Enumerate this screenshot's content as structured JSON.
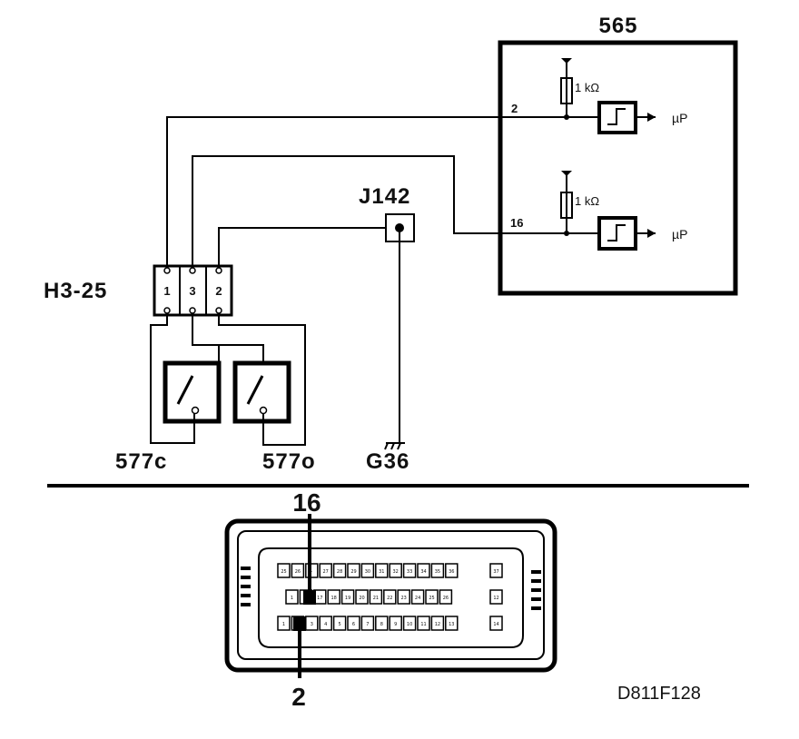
{
  "module": {
    "id": "565"
  },
  "inputs": [
    {
      "pin": "2",
      "resistor": "1 kΩ",
      "output": "µP"
    },
    {
      "pin": "16",
      "resistor": "1 kΩ",
      "output": "µP"
    }
  ],
  "junction": {
    "id": "J142"
  },
  "connector": {
    "id": "H3-25",
    "pins": [
      "1",
      "3",
      "2"
    ]
  },
  "switches": [
    {
      "id": "577c"
    },
    {
      "id": "577o"
    }
  ],
  "ground": {
    "id": "G36"
  },
  "plug": {
    "callout_top": "16",
    "callout_bottom": "2",
    "rows": [
      [
        "25",
        "26",
        "-",
        "27",
        "28",
        "29",
        "30",
        "31",
        "32",
        "33",
        "34",
        "35",
        "36",
        "37"
      ],
      [
        "1",
        "16",
        "17",
        "18",
        "19",
        "20",
        "21",
        "22",
        "23",
        "24",
        "25",
        "26",
        "12"
      ],
      [
        "1",
        "2",
        "3",
        "4",
        "5",
        "6",
        "7",
        "8",
        "9",
        "10",
        "11",
        "12",
        "13",
        "14"
      ]
    ]
  },
  "figure_code": "D811F128"
}
